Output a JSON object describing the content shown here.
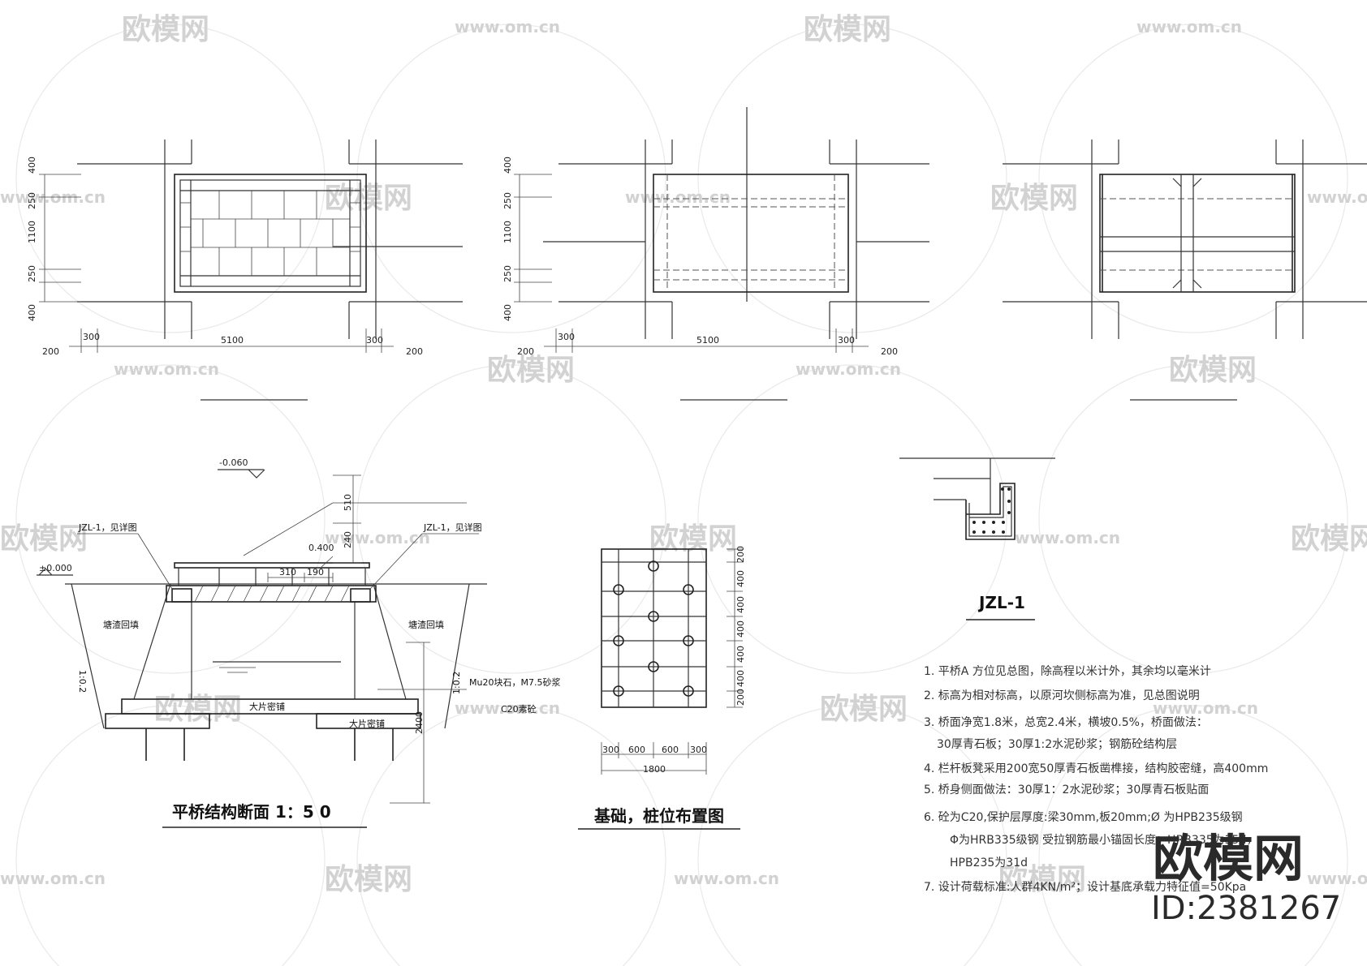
{
  "watermark": {
    "logo_text": "欧模网",
    "url_text": "www.om.cn"
  },
  "plan_views": {
    "dims_vertical": [
      "400",
      "250",
      "1100",
      "250",
      "400"
    ],
    "dims_horizontal": [
      "200",
      "300",
      "5100",
      "300",
      "200"
    ]
  },
  "section": {
    "title": "平桥结构断面 1：5 0",
    "elev_top": "-0.060",
    "elev_zero": "±0.000",
    "dim_400": "0.400",
    "dim_310": "310",
    "dim_190": "190",
    "dim_510": "510",
    "dim_240": "240",
    "dim_2400": "2400",
    "jzl_left": "JZL-1，见详图",
    "jzl_right": "JZL-1，见详图",
    "backfill_left": "塘渣回填",
    "backfill_right": "塘渣回填",
    "slope_left": "1:0.2",
    "slope_right": "1:0.2",
    "stone_mortar": "Mu20块石，M7.5砂浆",
    "concrete": "C20素砼",
    "paving_1": "大片密铺",
    "paving_2": "大片密铺"
  },
  "pile_plan": {
    "title": "基础，桩位布置图",
    "dims_right": [
      "200",
      "400",
      "400",
      "400",
      "400",
      "400",
      "200"
    ],
    "dims_bottom": [
      "300",
      "600",
      "600",
      "300"
    ],
    "dim_total": "1800"
  },
  "detail": {
    "title": "JZL-1"
  },
  "notes": [
    "1. 平桥A 方位见总图，除高程以米计外，其余均以毫米计",
    "2. 标高为相对标高，以原河坎侧标高为准，见总图说明",
    "3. 桥面净宽1.8米，总宽2.4米，横坡0.5%，桥面做法：",
    "30厚青石板；30厚1:2水泥砂浆；钢筋砼结构层",
    "4. 栏杆板凳采用200宽50厚青石板凿榫接，结构胶密缝，高400mm",
    "5. 桥身侧面做法：30厚1：2水泥砂浆；30厚青石板贴面",
    "6.   砼为C20,保护层厚度:梁30mm,板20mm;Ø 为HPB235级钢",
    "Φ为HRB335级钢 受拉钢筋最小锚固长度：HRB335为35d，",
    "HPB235为31d",
    "7. 设计荷载标准:人群4KN/m²；设计基底承载力特征值=50Kpa"
  ],
  "brand": {
    "name": "欧模网",
    "id": "ID:2381267"
  }
}
